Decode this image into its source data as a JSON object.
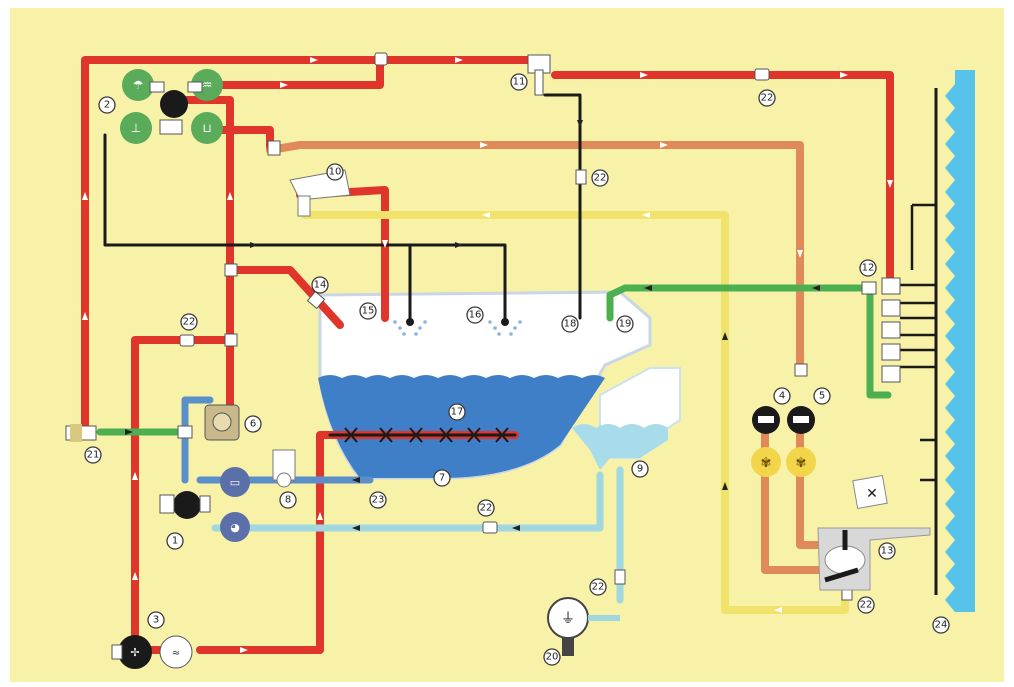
{
  "colors": {
    "background": "#f8f1a8",
    "hot_pipe": "#e0352b",
    "warm_pipe": "#e08a5a",
    "yellow_pipe": "#f0e26a",
    "green_pipe": "#4caf50",
    "grey_water_pipe": "#9fd8e0",
    "blue_pipe": "#5b8fc9",
    "black_pipe": "#1a1a1a",
    "tank_fresh": "#3f7fc8",
    "tank_air": "#ffffff",
    "sea": "#58c3ea",
    "valve_green": "#5aab5a",
    "valve_yellow": "#f2d54a"
  },
  "icons": [
    "tap-icon",
    "shower-icon",
    "sink-icon",
    "pump-icon",
    "filter-icon",
    "toilet-icon",
    "gauge-icon",
    "no-drink-icon"
  ],
  "callouts": [
    "1",
    "2",
    "3",
    "4",
    "5",
    "6",
    "7",
    "8",
    "9",
    "10",
    "11",
    "12",
    "13",
    "14",
    "15",
    "16",
    "17",
    "18",
    "19",
    "20",
    "21",
    "22",
    "23",
    "24"
  ]
}
